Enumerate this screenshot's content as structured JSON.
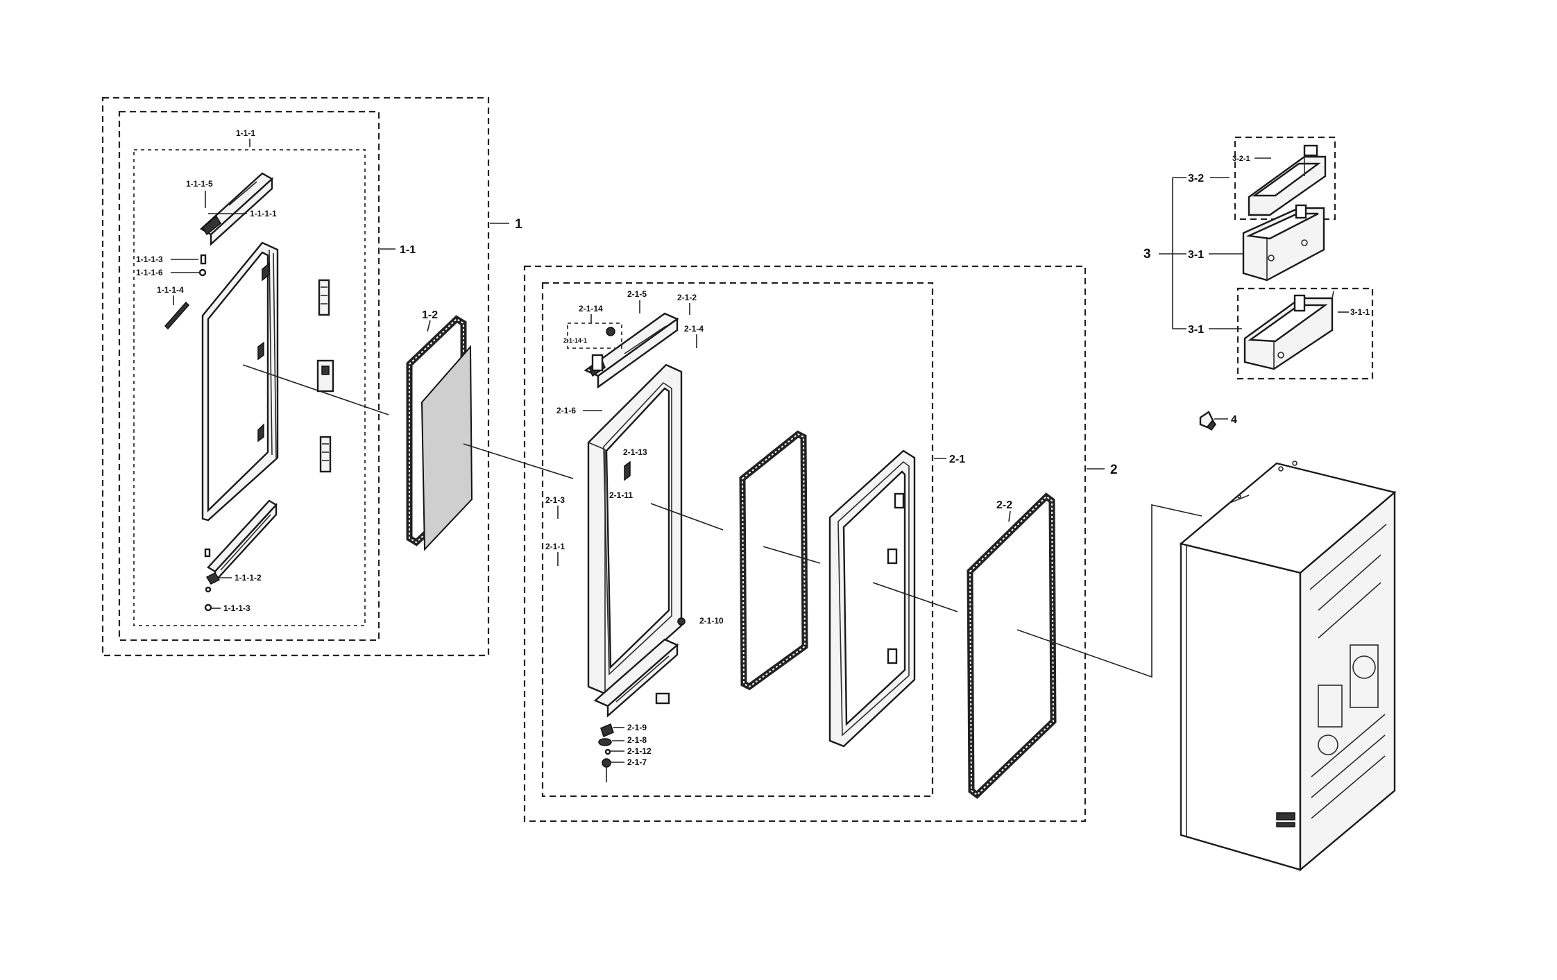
{
  "labels": {
    "a1": "1",
    "a1_1": "1-1",
    "a1_2": "1-2",
    "a1_1_1": "1-1-1",
    "a1_1_1_5": "1-1-1-5",
    "a1_1_1_1": "1-1-1-1",
    "a1_1_1_3a": "1-1-1-3",
    "a1_1_1_6": "1-1-1-6",
    "a1_1_1_4": "1-1-1-4",
    "a1_1_1_2": "1-1-1-2",
    "a1_1_1_3b": "1-1-1-3",
    "a2": "2",
    "a2_1": "2-1",
    "a2_2": "2-2",
    "a2_1_14": "2-1-14",
    "a2_1_14_1": "2-1-14-1",
    "a2_1_5": "2-1-5",
    "a2_1_2": "2-1-2",
    "a2_1_4": "2-1-4",
    "a2_1_6": "2-1-6",
    "a2_1_13": "2-1-13",
    "a2_1_11": "2-1-11",
    "a2_1_3": "2-1-3",
    "a2_1_1": "2-1-1",
    "a2_1_10": "2-1-10",
    "a2_1_9": "2-1-9",
    "a2_1_8": "2-1-8",
    "a2_1_12": "2-1-12",
    "a2_1_7": "2-1-7",
    "a3": "3",
    "a3_2": "3-2",
    "a3_2_1": "3-2-1",
    "a3_1a": "3-1",
    "a3_1b": "3-1",
    "a3_1_1": "3-1-1",
    "a4": "4"
  },
  "icons": {
    "door_panel": "door-panel-icon",
    "gasket": "gasket-icon",
    "bin": "door-bin-icon",
    "cabinet": "refrigerator-cabinet-icon",
    "hinge": "hinge-icon",
    "screw": "screw-icon"
  },
  "colors": {
    "line": "#1a1a1a",
    "background": "#ffffff",
    "fill": "#f4f4f4"
  }
}
